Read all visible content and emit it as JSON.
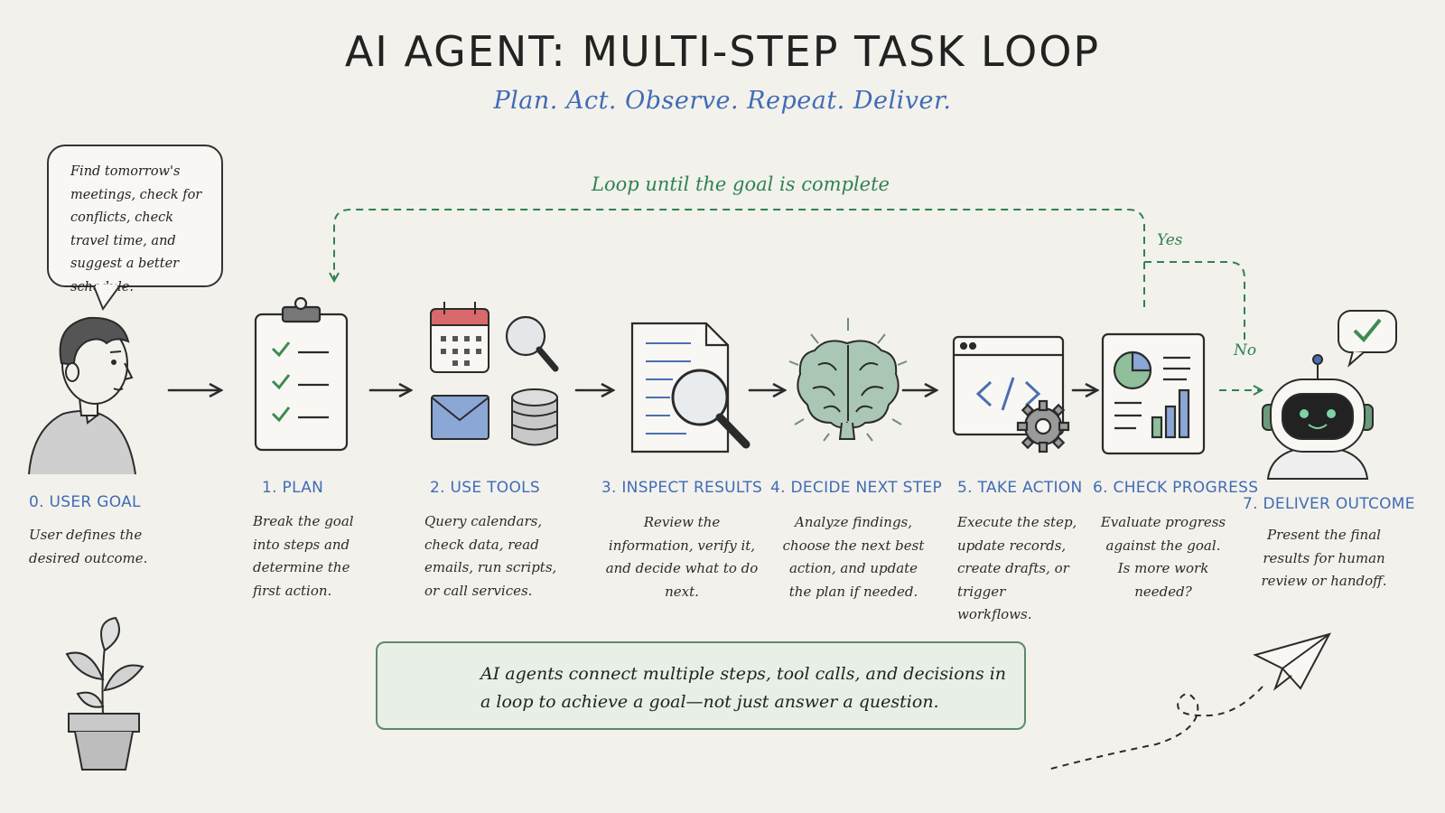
{
  "title": "AI AGENT: MULTI-STEP TASK LOOP",
  "subtitle": "Plan. Act. Observe. Repeat. Deliver.",
  "loop_label": "Loop until the goal is complete",
  "branch": {
    "yes": "Yes",
    "no": "No"
  },
  "speech_bubble": "Find tomorrow's meetings, check for conflicts, check travel time, and suggest a better schedule.",
  "steps": [
    {
      "title": "0. USER GOAL",
      "desc": "User defines the desired outcome."
    },
    {
      "title": "1. PLAN",
      "desc": "Break the goal into steps and determine the first action."
    },
    {
      "title": "2. USE TOOLS",
      "desc": "Query calendars, check data, read emails, run scripts, or call services."
    },
    {
      "title": "3. INSPECT RESULTS",
      "desc": "Review the information, verify it, and decide what to do next."
    },
    {
      "title": "4. DECIDE NEXT STEP",
      "desc": "Analyze findings, choose the next best action, and update the plan if needed."
    },
    {
      "title": "5. TAKE ACTION",
      "desc": "Execute the step, update records, create drafts, or trigger workflows."
    },
    {
      "title": "6. CHECK PROGRESS",
      "desc": "Evaluate progress against the goal. Is more work needed?"
    },
    {
      "title": "7. DELIVER OUTCOME",
      "desc": "Present the final results for human review or handoff."
    }
  ],
  "callout": "AI agents connect multiple steps, tool calls, and decisions in a loop to achieve a goal—not just answer a question.",
  "icons": {
    "user": "person-icon",
    "plan": "clipboard-checklist-icon",
    "tools": [
      "calendar-icon",
      "magnifier-icon",
      "envelope-icon",
      "database-icon"
    ],
    "inspect": "document-magnifier-icon",
    "decide": "brain-icon",
    "action": "code-window-gear-icon",
    "progress": "report-chart-icon",
    "deliver": "robot-icon",
    "check": "checkmark-bubble-icon",
    "callout": "star-icon",
    "plant": "potted-plant-icon",
    "plane": "paper-plane-icon"
  },
  "colors": {
    "accent_blue": "#3f6cb5",
    "loop_green": "#2e8350",
    "callout_bg": "#e7efe6",
    "callout_border": "#5d8a6a",
    "background": "#f3f1ec"
  }
}
